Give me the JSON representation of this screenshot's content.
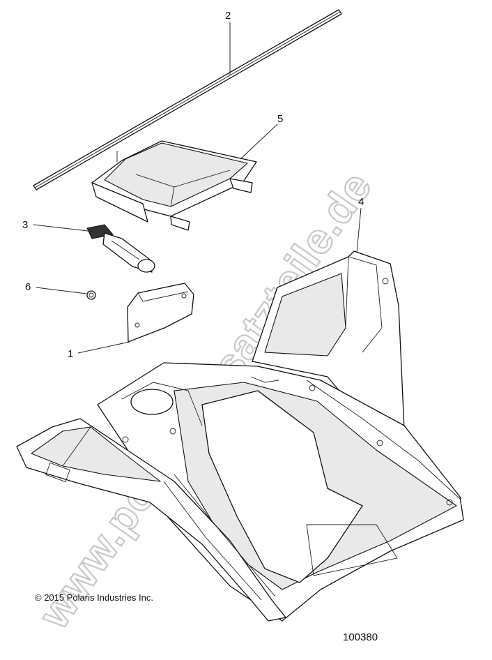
{
  "callouts": [
    "1",
    "2",
    "3",
    "4",
    "5",
    "6"
  ],
  "copyright": "© 2015 Polaris Industries Inc.",
  "diagram_number": "100380",
  "watermark": "www.polarisersatzteile.de"
}
